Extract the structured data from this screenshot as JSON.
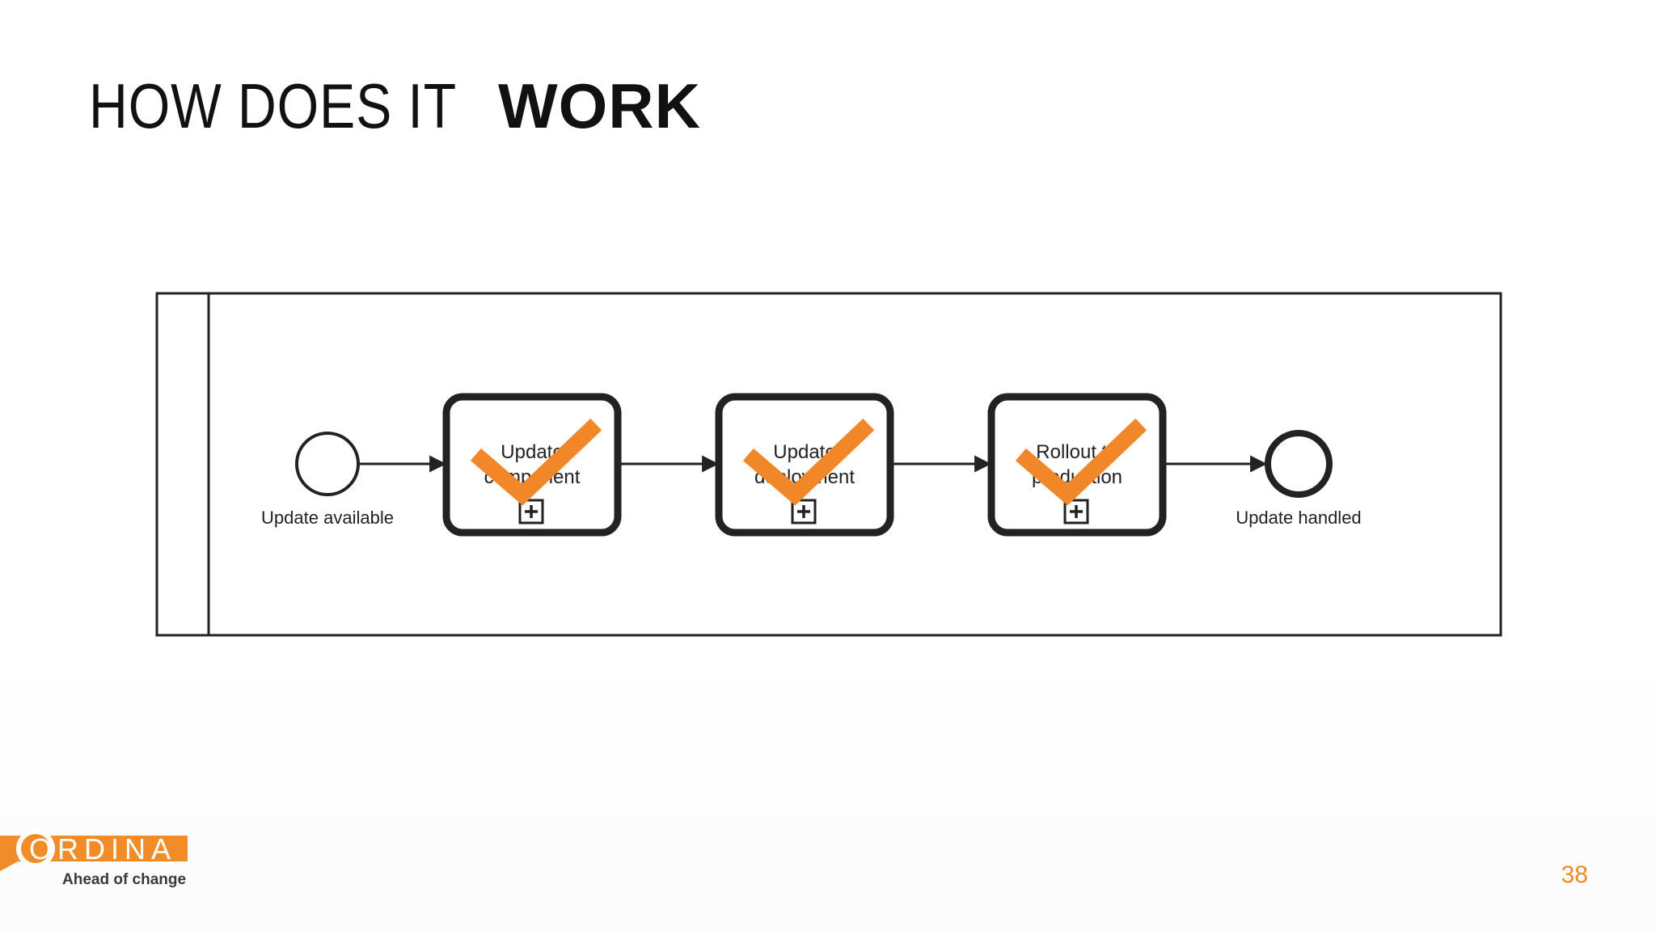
{
  "slide": {
    "title_light": "HOW DOES IT",
    "title_bold": "WORK",
    "page_number": "38"
  },
  "diagram": {
    "start_event": {
      "label": "Update available"
    },
    "tasks": [
      {
        "line1": "Update",
        "line2": "component",
        "completed": true,
        "marker": "plus-marker-icon"
      },
      {
        "line1": "Update",
        "line2": "deployment",
        "completed": true,
        "marker": "plus-marker-icon"
      },
      {
        "line1": "Rollout to",
        "line2": "production",
        "completed": true,
        "marker": "plus-marker-icon"
      }
    ],
    "end_event": {
      "label": "Update handled"
    },
    "check_color": "#f2872a",
    "stroke_color": "#222222"
  },
  "logo": {
    "name": "ORDINA",
    "tagline": "Ahead of change",
    "brand_color": "#f28c28"
  }
}
